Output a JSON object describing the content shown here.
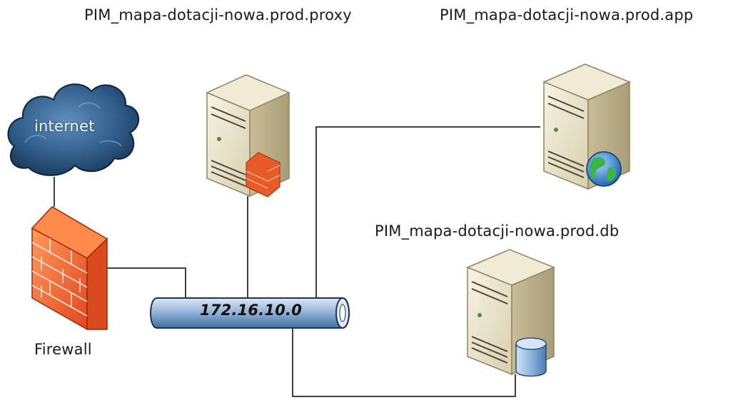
{
  "nodes": {
    "proxy": {
      "label": "PIM_mapa-dotacji-nowa.prod.proxy",
      "icon": "proxy-server-icon"
    },
    "app": {
      "label": "PIM_mapa-dotacji-nowa.prod.app",
      "icon": "web-server-icon"
    },
    "db": {
      "label": "PIM_mapa-dotacji-nowa.prod.db",
      "icon": "database-server-icon"
    },
    "firewall": {
      "label": "Firewall",
      "icon": "firewall-icon"
    },
    "internet": {
      "label": "internet",
      "icon": "cloud-icon"
    }
  },
  "network": {
    "label": "172.16.10.0",
    "icon": "network-bus-icon"
  },
  "colors": {
    "line": "#000000",
    "cloud": "#2e5a86",
    "firewall": "#e8502a",
    "bus": "#8fb0d6",
    "server": "#e7dfc4"
  }
}
